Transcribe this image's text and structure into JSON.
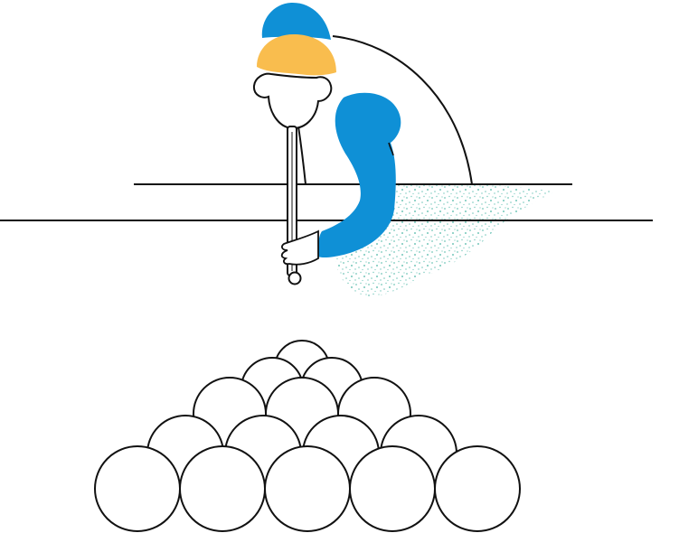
{
  "illustration": {
    "subject": "billiards-player-aiming-at-racked-balls",
    "colors": {
      "background": "#ffffff",
      "outline": "#111111",
      "hat": "#0f90d6",
      "hair": "#f9bd4e",
      "sleeve": "#0f90d6",
      "felt_texture": "#6cc3b6",
      "ball_fill": "#ffffff"
    },
    "rack": {
      "rows": [
        1,
        2,
        3,
        4,
        5
      ],
      "total_balls": 15
    }
  }
}
